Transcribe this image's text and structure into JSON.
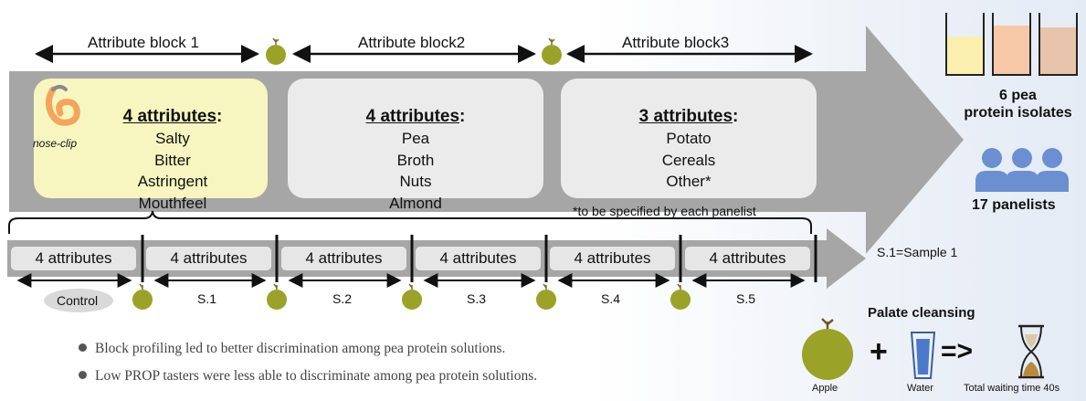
{
  "attribute_blocks": [
    {
      "label": "Attribute block 1",
      "heading": "4 attributes",
      "colon": ":",
      "items": [
        "Salty",
        "Bitter",
        "Astringent",
        "Mouthfeel"
      ]
    },
    {
      "label": "Attribute block2",
      "heading": "4 attributes",
      "colon": ":",
      "items": [
        "Pea",
        "Broth",
        "Nuts",
        "Almond"
      ]
    },
    {
      "label": "Attribute block3",
      "heading": "3 attributes",
      "colon": ":",
      "items": [
        "Potato",
        "Cereals",
        "Other*"
      ]
    }
  ],
  "nose_clip_label": "nose-clip",
  "footnote": "*to be specified by each panelist",
  "sequence": {
    "segment_label": "4 attributes",
    "samples": [
      "Control",
      "S.1",
      "S.2",
      "S.3",
      "S.4",
      "S.5"
    ]
  },
  "sample_legend": "S.1=Sample 1",
  "right_panel": {
    "isolates_line1": "6 pea",
    "isolates_line2": "protein isolates",
    "panelists": "17 panelists",
    "palate_title": "Palate cleansing",
    "apple": "Apple",
    "water": "Water",
    "waiting": "Total waiting time 40s",
    "plus": "+",
    "implies": "=>"
  },
  "conclusions": [
    "Block profiling led to better discrimination among pea protein solutions.",
    "Low PROP tasters were less able to discriminate among pea protein solutions."
  ],
  "colors": {
    "arrow_gray": "#a6a6a6",
    "block1_fill": "#f7f6c0",
    "block_fill": "#ebebeb",
    "apple_green": "#9aa228",
    "person_blue": "#6b8fd1",
    "beaker1": "#fbefb0",
    "beaker2": "#f6c8a8",
    "beaker3": "#e9c4ad",
    "water_blue": "#4c79c9"
  }
}
